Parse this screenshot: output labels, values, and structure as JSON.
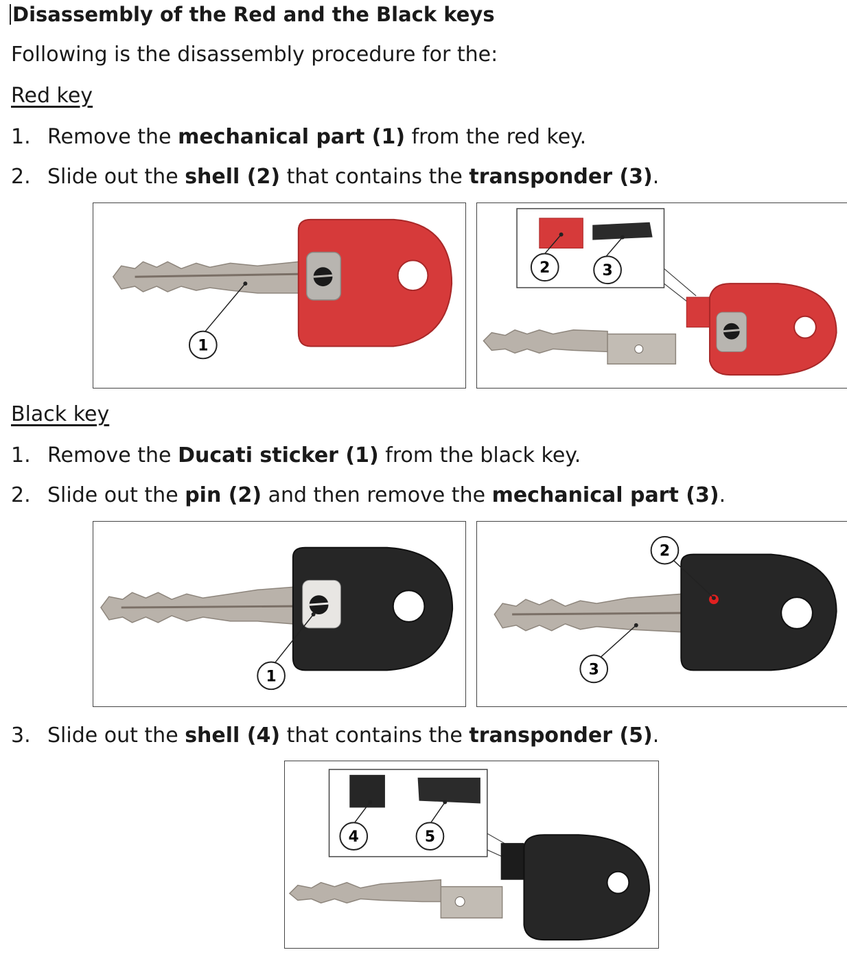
{
  "title": "Disassembly of the Red and the Black keys",
  "intro": "Following is the disassembly procedure for the:",
  "red_key": {
    "heading": "Red key",
    "steps": [
      {
        "num": "1.",
        "pre": "Remove the ",
        "b1": "mechanical part (1)",
        "post": " from the red key."
      },
      {
        "num": "2.",
        "pre": "Slide out the ",
        "b1": "shell (2)",
        "mid": " that contains the ",
        "b2": "transponder (3)",
        "post": "."
      }
    ],
    "fig_left_callouts": [
      "1"
    ],
    "fig_right_callouts": [
      "2",
      "3"
    ]
  },
  "black_key": {
    "heading": "Black key",
    "steps": [
      {
        "num": "1.",
        "pre": "Remove the ",
        "b1": "Ducati sticker (1)",
        "post": " from the black key."
      },
      {
        "num": "2.",
        "pre": "Slide out the ",
        "b1": "pin (2)",
        "mid": " and then remove the ",
        "b2": "mechanical part (3)",
        "post": "."
      },
      {
        "num": "3.",
        "pre": "Slide out the ",
        "b1": "shell (4)",
        "mid": " that contains the ",
        "b2": "transponder (5)",
        "post": "."
      }
    ],
    "fig_left_callouts": [
      "1"
    ],
    "fig_right_callouts": [
      "2",
      "3"
    ],
    "fig_bottom_callouts": [
      "4",
      "5"
    ]
  },
  "colors": {
    "red_head": "#d63a3a",
    "black_head": "#262626",
    "metal": "#b9b2aa",
    "pin": "#e02020"
  }
}
